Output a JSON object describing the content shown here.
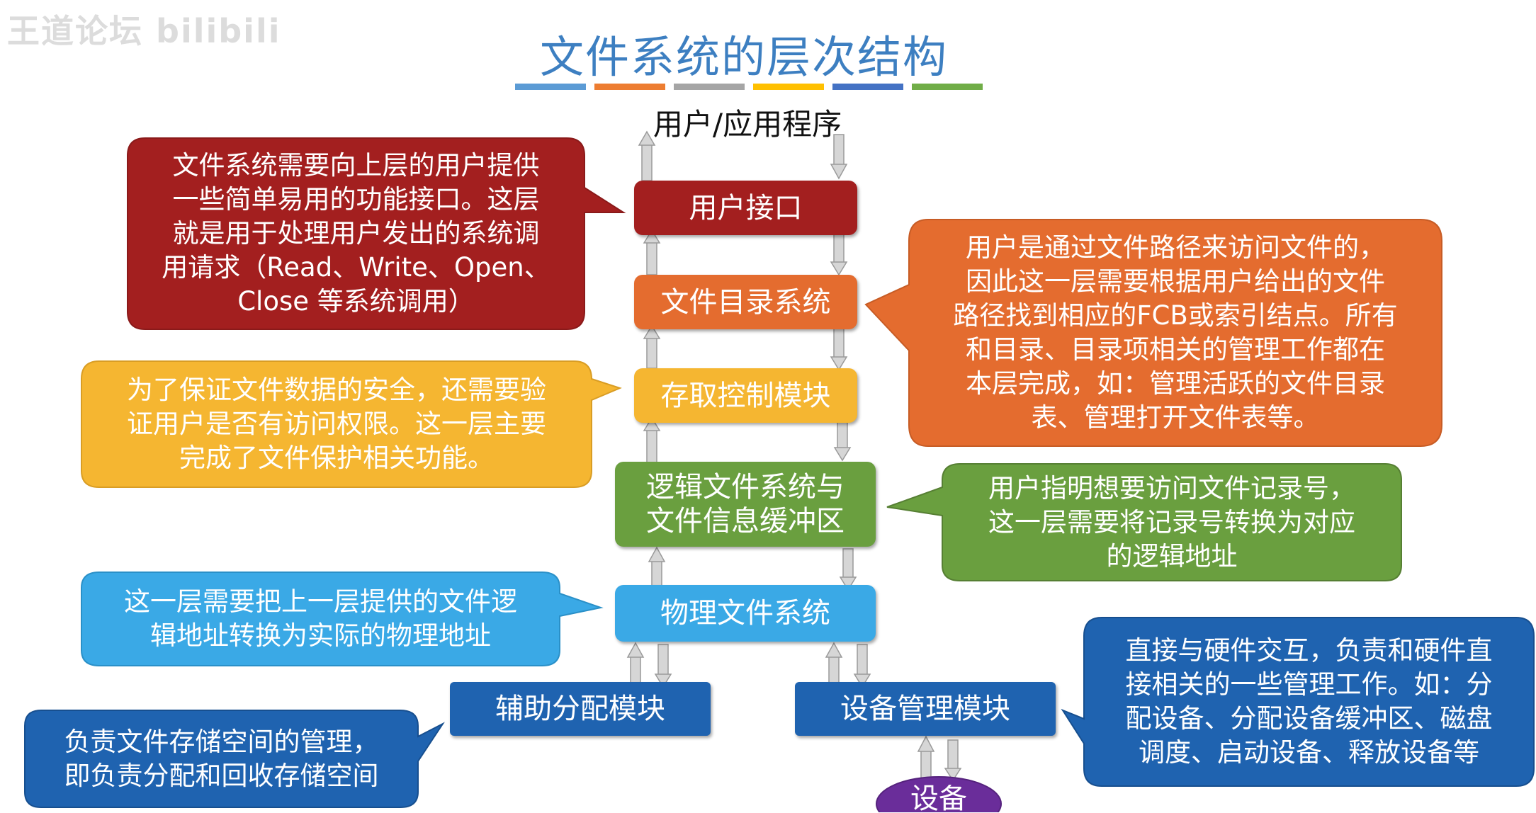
{
  "title": "文件系统的层次结构",
  "user_app": "用户/应用程序",
  "watermark": "王道论坛 bilibili",
  "underline_colors": [
    "#5b9bd5",
    "#ed7d31",
    "#a5a5a5",
    "#ffc000",
    "#4472c4",
    "#70ad47"
  ],
  "layers": {
    "user_interface": "用户接口",
    "file_directory": "文件目录系统",
    "access_control": "存取控制模块",
    "logical_fs_line1": "逻辑文件系统与",
    "logical_fs_line2": "文件信息缓冲区",
    "physical_fs": "物理文件系统",
    "aux_alloc": "辅助分配模块",
    "device_mgmt": "设备管理模块",
    "device": "设备"
  },
  "callouts": {
    "user_interface": [
      "文件系统需要向上层的用户提供",
      "一些简单易用的功能接口。这层",
      "就是用于处理用户发出的系统调",
      "用请求（Read、Write、Open、",
      "Close 等系统调用）"
    ],
    "file_directory": [
      "用户是通过文件路径来访问文件的，",
      "因此这一层需要根据用户给出的文件",
      "路径找到相应的FCB或索引结点。所有",
      "和目录、目录项相关的管理工作都在",
      "本层完成，如：管理活跃的文件目录",
      "表、管理打开文件表等。"
    ],
    "access_control": [
      "为了保证文件数据的安全，还需要验",
      "证用户是否有访问权限。这一层主要",
      "完成了文件保护相关功能。"
    ],
    "logical_fs": [
      "用户指明想要访问文件记录号，",
      "这一层需要将记录号转换为对应",
      "的逻辑地址"
    ],
    "physical_fs": [
      "这一层需要把上一层提供的文件逻",
      "辑地址转换为实际的物理地址"
    ],
    "aux_alloc": [
      "负责文件存储空间的管理，",
      "即负责分配和回收存储空间"
    ],
    "device_mgmt": [
      "直接与硬件交互，负责和硬件直",
      "接相关的一些管理工作。如：分",
      "配设备、分配设备缓冲区、磁盘",
      "调度、启动设备、释放设备等"
    ]
  },
  "colors": {
    "red": "#a31f1f",
    "orange": "#e46c2f",
    "yellow": "#f5b631",
    "green": "#6a9f3f",
    "lightblue": "#3aa9e6",
    "blue": "#1f63b0",
    "purple": "#6a2d9a"
  }
}
